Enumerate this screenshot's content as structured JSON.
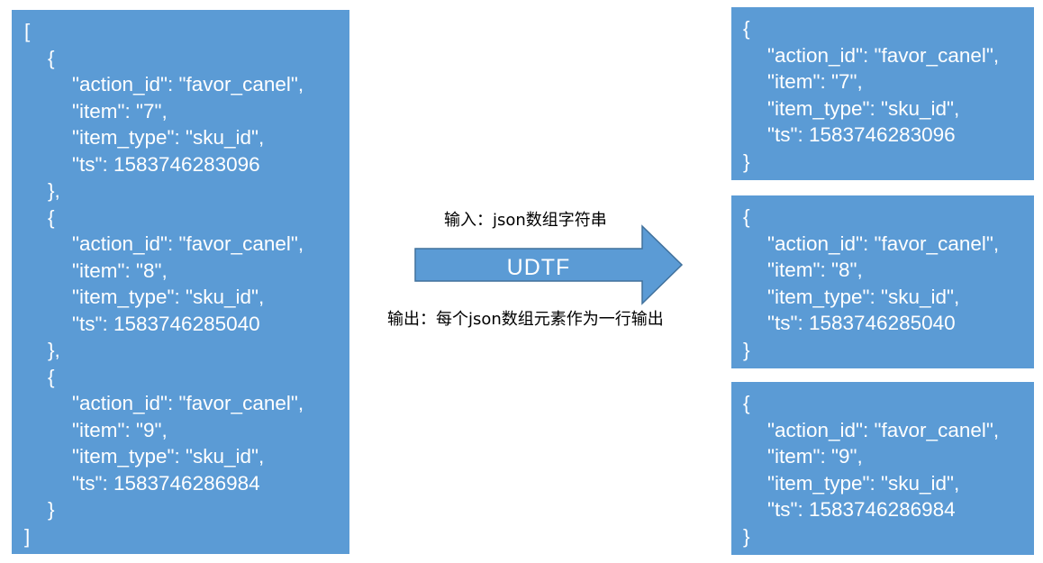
{
  "input_panel": {
    "lines": [
      "[",
      "{",
      "\"action_id\": \"favor_canel\",",
      "\"item\": \"7\",",
      "\"item_type\": \"sku_id\",",
      "\"ts\": 1583746283096",
      "},",
      "{",
      "\"action_id\": \"favor_canel\",",
      "\"item\": \"8\",",
      "\"item_type\": \"sku_id\",",
      "\"ts\": 1583746285040",
      "},",
      "{",
      "\"action_id\": \"favor_canel\",",
      "\"item\": \"9\",",
      "\"item_type\": \"sku_id\",",
      "\"ts\": 1583746286984",
      "}",
      "]"
    ]
  },
  "arrow": {
    "label": "UDTF",
    "input_note": "输入：json数组字符串",
    "output_note": "输出：每个json数组元素作为一行输出"
  },
  "output_panels": [
    {
      "lines": [
        "{",
        "\"action_id\": \"favor_canel\",",
        "\"item\": \"7\",",
        "\"item_type\": \"sku_id\",",
        "\"ts\": 1583746283096",
        "}"
      ]
    },
    {
      "lines": [
        "{",
        "\"action_id\": \"favor_canel\",",
        "\"item\": \"8\",",
        "\"item_type\": \"sku_id\",",
        "\"ts\": 1583746285040",
        "}"
      ]
    },
    {
      "lines": [
        "{",
        "\"action_id\": \"favor_canel\",",
        "\"item\": \"9\",",
        "\"item_type\": \"sku_id\",",
        "\"ts\": 1583746286984",
        "}"
      ]
    }
  ],
  "colors": {
    "panel": "#5b9bd5",
    "arrow": "#5b9bd5",
    "arrow_border": "#41719c",
    "text_on_panel": "#ffffff",
    "note_text": "#000000"
  }
}
